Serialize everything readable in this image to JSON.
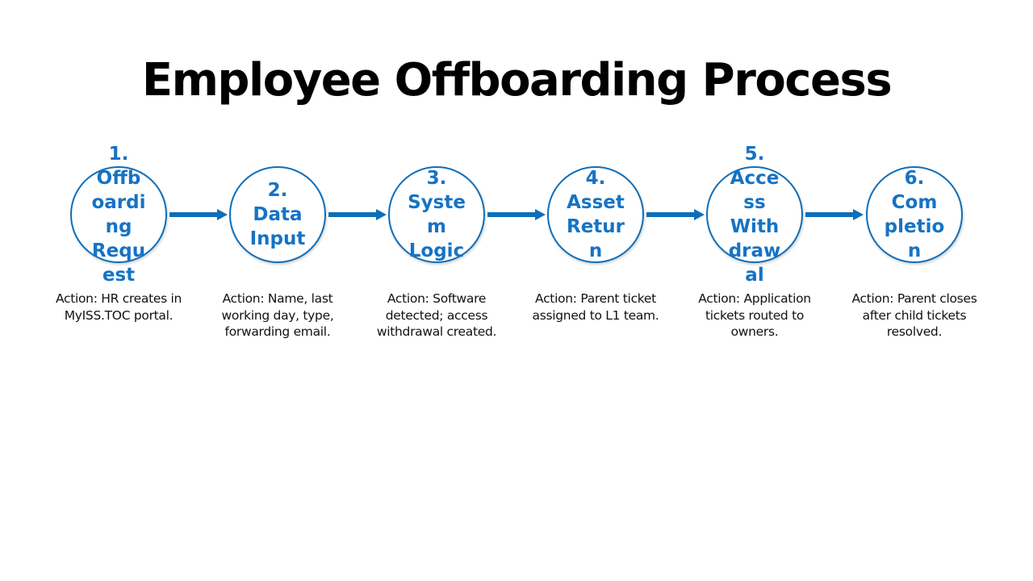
{
  "slide": {
    "title": "Employee Offboarding Process",
    "accent_color": "#0E6EB8",
    "label_color": "#1673C4",
    "text_color": "#111111"
  },
  "steps": [
    {
      "number": "1.",
      "label": "1. Offb oardi ng Requ est",
      "label_lines": [
        "1.",
        "Offb",
        "oardi",
        "ng",
        "Requ",
        "est"
      ],
      "title": "Offboarding Request",
      "action": "Action: HR creates in MyISS.TOC portal."
    },
    {
      "number": "2.",
      "label": "2. Data Input",
      "label_lines": [
        "2.",
        "Data",
        "Input"
      ],
      "title": "Data Input",
      "action": "Action: Name, last working day, type, forwarding email."
    },
    {
      "number": "3.",
      "label": "3. Syste m Logic",
      "label_lines": [
        "3.",
        "Syste",
        "m",
        "Logic"
      ],
      "title": "System Logic",
      "action": "Action: Software detected; access withdrawal created."
    },
    {
      "number": "4.",
      "label": "4. Asset Retur n",
      "label_lines": [
        "4.",
        "Asset",
        "Retur",
        "n"
      ],
      "title": "Asset Return",
      "action": "Action: Parent ticket assigned to L1 team."
    },
    {
      "number": "5.",
      "label": "5. Acce ss With draw al",
      "label_lines": [
        "5.",
        "Acce",
        "ss",
        "With",
        "draw",
        "al"
      ],
      "title": "Access Withdrawal",
      "action": "Action: Application tickets routed to owners."
    },
    {
      "number": "6.",
      "label": "6. Com pletio n",
      "label_lines": [
        "6.",
        "Com",
        "pletio",
        "n"
      ],
      "title": "Completion",
      "action": "Action: Parent closes after child tickets resolved."
    }
  ],
  "connectors": [
    {
      "from": 1,
      "to": 2,
      "icon": "arrow-right-icon"
    },
    {
      "from": 2,
      "to": 3,
      "icon": "arrow-right-icon"
    },
    {
      "from": 3,
      "to": 4,
      "icon": "arrow-right-icon"
    },
    {
      "from": 4,
      "to": 5,
      "icon": "arrow-right-icon"
    },
    {
      "from": 5,
      "to": 6,
      "icon": "arrow-right-icon"
    }
  ]
}
